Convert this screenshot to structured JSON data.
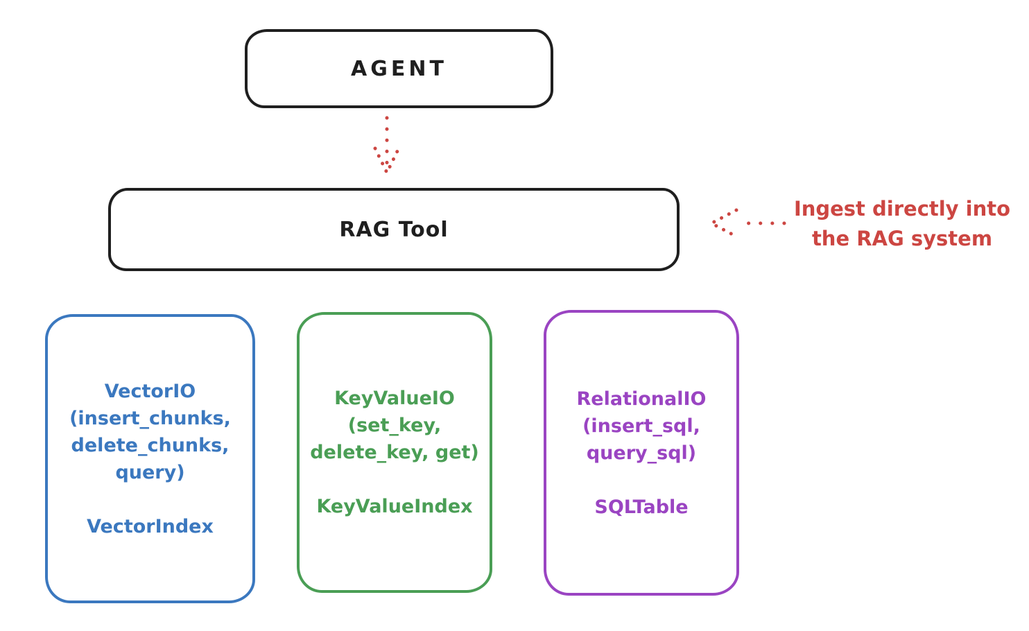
{
  "colors": {
    "stroke": "#1f1f1f",
    "red": "#cc4642",
    "blue": "#3b78bf",
    "green": "#4a9e55",
    "purple": "#9a44c2",
    "bg": "#ffffff"
  },
  "nodes": {
    "agent": {
      "label": "AGENT"
    },
    "rag_tool": {
      "label": "RAG Tool"
    }
  },
  "annotation": {
    "line1": "Ingest directly into",
    "line2": "the RAG system"
  },
  "cards": {
    "vector": {
      "lines": [
        "VectorIO",
        "(insert_chunks,",
        "delete_chunks,",
        "query)"
      ],
      "footer": "VectorIndex"
    },
    "keyvalue": {
      "lines": [
        "KeyValueIO",
        "(set_key,",
        "delete_key, get)"
      ],
      "footer": "KeyValueIndex"
    },
    "relational": {
      "lines": [
        "RelationalIO",
        "(insert_sql,",
        "query_sql)"
      ],
      "footer": "SQLTable"
    }
  },
  "icons": {
    "down_arrow": "dotted-arrow-down",
    "left_arrow": "dotted-arrow-left"
  }
}
